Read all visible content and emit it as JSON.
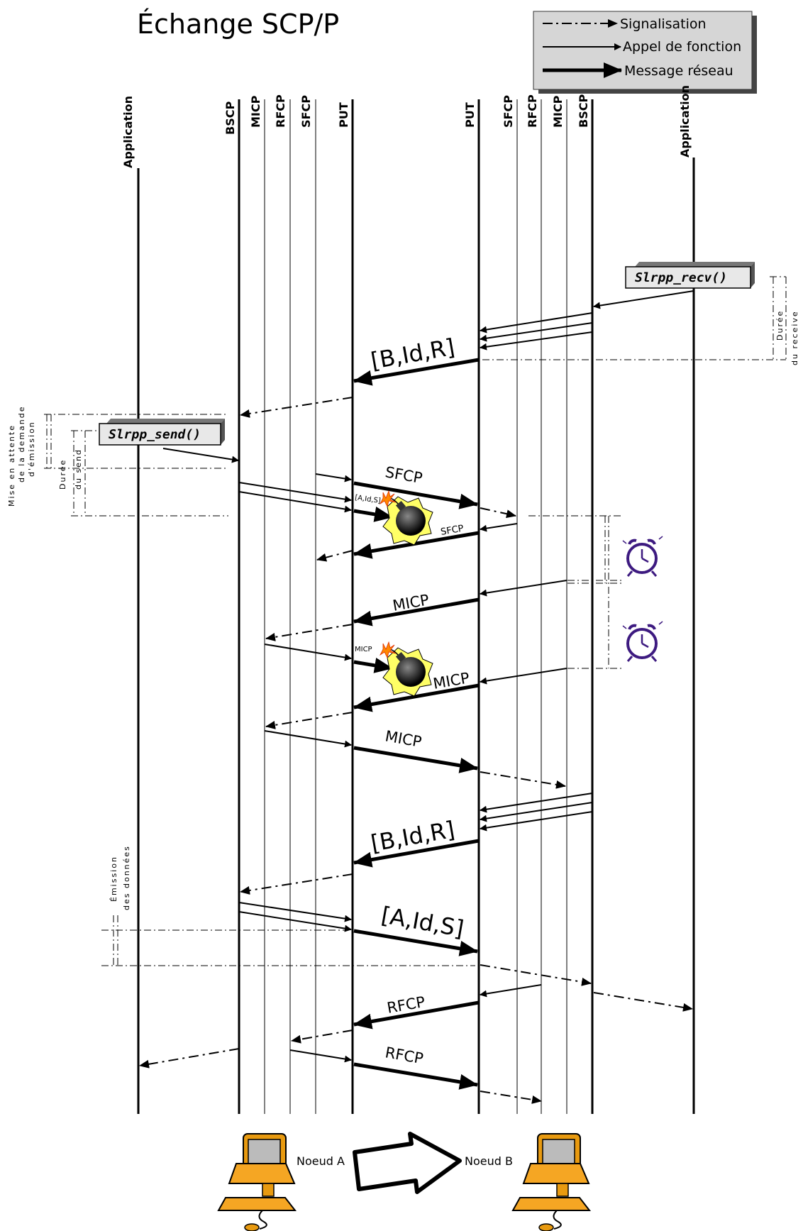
{
  "title": "Échange SCP/P",
  "legend": {
    "signal": "Signalisation",
    "call": "Appel de fonction",
    "network": "Message réseau"
  },
  "lanes_left": [
    "Application",
    "BSCP",
    "MICP",
    "RFCP",
    "SFCP",
    "PUT"
  ],
  "lanes_right": [
    "PUT",
    "SFCP",
    "RFCP",
    "MICP",
    "BSCP",
    "Application"
  ],
  "calls": {
    "recv": "Slrpp_recv()",
    "send": "Slrpp_send()"
  },
  "messages": {
    "b1": "[B,Id,R]",
    "sfcp1": "SFCP",
    "bomb1": "[A,Id,S]",
    "sfcp2": "SFCP",
    "micp1": "MICP",
    "bomb2": "MICP",
    "micp2": "MICP",
    "micp3": "MICP",
    "b2": "[B,Id,R]",
    "a1": "[A,Id,S]",
    "rfcp1": "RFCP",
    "rfcp2": "RFCP"
  },
  "brackets": {
    "receive_1": "Durée",
    "receive_2": "du receive",
    "wait_1": "Mise en attente",
    "wait_2": "de la demande",
    "wait_3": "d'émission",
    "send_1": "Durée",
    "send_2": "du send",
    "emit_1": "Émission",
    "emit_2": "des données"
  },
  "nodes": {
    "a": "Noeud A",
    "b": "Noeud B"
  }
}
